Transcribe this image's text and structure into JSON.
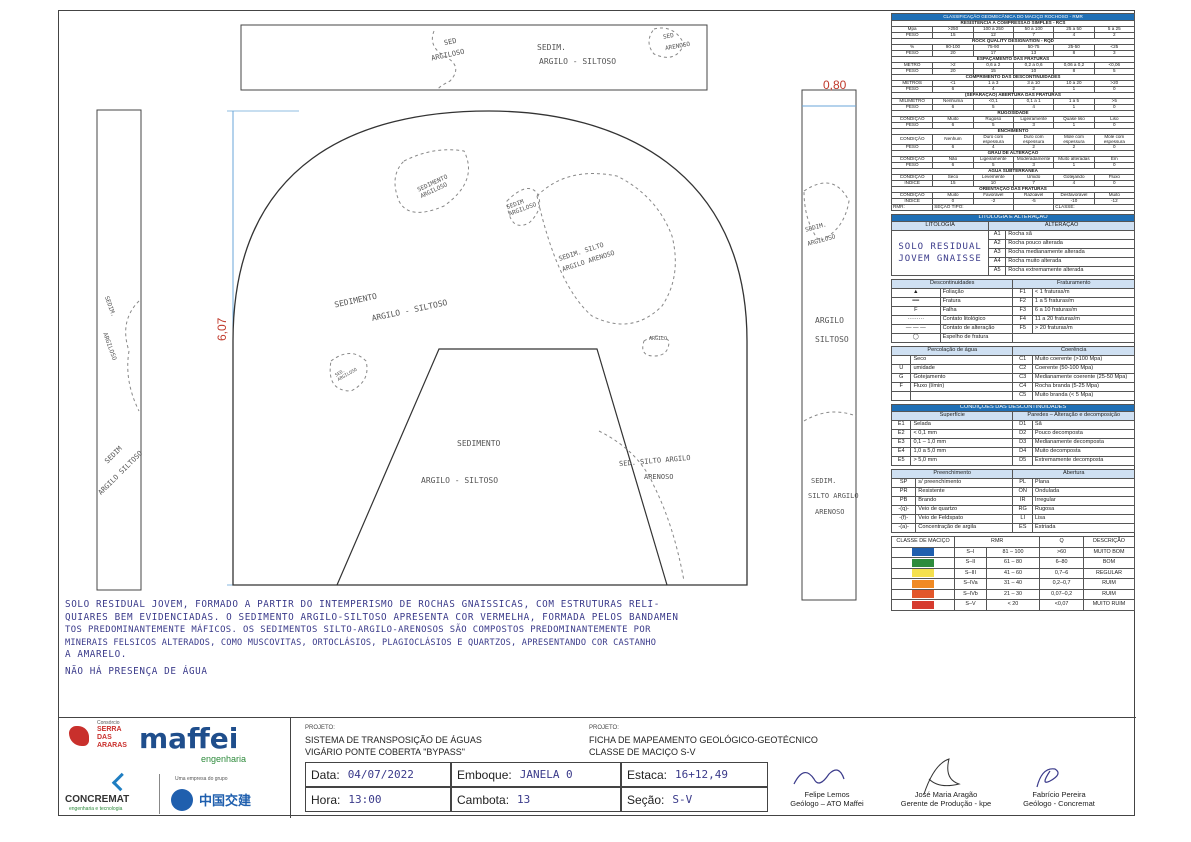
{
  "drawing": {
    "dim_width": "0,80",
    "dim_height": "6,07",
    "top_strip": [
      "SED",
      "ARGILOSO",
      "SEDIM.",
      "ARGILO - SILTOSO",
      "SED",
      "ARENOSO"
    ],
    "left_strip": [
      "SEDIM.",
      "ARGILOSO",
      "SEDIM",
      "ARGILO SILTOSO"
    ],
    "right_strip": [
      "SEDIM.",
      "ARGILOSO",
      "ARGILO",
      "SILTOSO",
      "SEDIM.",
      "SILTO ARGILO",
      "ARENOSO"
    ],
    "face": {
      "a": "SEDIMENTO ARGILOSO",
      "b": "SEDIM ARGILOSO",
      "c1": "SEDIMENTO",
      "c2": "ARGILO - SILTOSO",
      "d": "SEDIM. SILTO ARGILO ARENOSO",
      "e": "ARGILO",
      "f": "SED. ARGILOSO",
      "g1": "SEDIMENTO",
      "g2": "ARGILO - SILTOSO",
      "h1": "SED. SILTO ARGILO",
      "h2": "ARENOSO"
    }
  },
  "notes": [
    "SOLO RESIDUAL JOVEM, FORMADO A PARTIR DO INTEMPERISMO DE ROCHAS GNAISSICAS, COM ESTRUTURAS RELI-",
    "QUIARES BEM EVIDENCIADAS. O SEDIMENTO ARGILO-SILTOSO APRESENTA COR VERMELHA, FORMADA PELOS BANDAMEN",
    "TOS PREDOMINANTEMENTE MÁFICOS. OS SEDIMENTOS SILTO-ARGILO-ARENOSOS SÃO COMPOSTOS PREDOMINANTEMENTE POR",
    "MINERAIS FELSICOS ALTERADOS, COMO MUSCOVITAS, ORTOCLÁSIOS, PLAGIOCLÁSIOS E QUARTZOS, APRESENTANDO COR CASTANHO",
    "A AMARELO.",
    "NÃO HÁ PRESENÇA DE ÁGUA"
  ],
  "panel": {
    "title": "CLASSIFICAÇÃO GEOMECÂNICA DO MACIÇO ROCHOSO - RMR",
    "res_title": "RESISTÊNCIA À COMPRESSÃO SIMPLES - RCS",
    "res_h": [
      "Mpa",
      ">250",
      "100 a 250",
      "50 a 100",
      "25 a 50",
      "5 a 25"
    ],
    "res_p": [
      "PESO",
      "15",
      "12",
      "7",
      "4",
      "2"
    ],
    "rqd_title": "ROCK QUALITY DESIGNATION - RQD",
    "rqd_h": [
      "%",
      "90-100",
      "75-90",
      "50-75",
      "25-50",
      "<25"
    ],
    "rqd_p": [
      "PESO",
      "20",
      "17",
      "13",
      "8",
      "3"
    ],
    "esp_title": "ESPAÇAMENTO DAS FRATURAS",
    "esp_h": [
      "METRO",
      ">2",
      "0,6 a 2",
      "0,2 a 0,6",
      "0,06 a 0,2",
      "<0,06"
    ],
    "esp_p": [
      "PESO",
      "20",
      "15",
      "10",
      "8",
      "5"
    ],
    "comp_title": "COMPRIMENTO DAS DESCONTINUIDADES",
    "comp_h": [
      "METROS",
      "<1",
      "1 a 3",
      "3 a 10",
      "10 a 20",
      ">20"
    ],
    "comp_p": [
      "PESO",
      "6",
      "4",
      "2",
      "1",
      "0"
    ],
    "sep_title": "(SEPARAÇÃO) ABERTURA DAS FRATURAS",
    "sep_h": [
      "MILÍMETRO",
      "Nenhuma",
      "<0,1",
      "0,1 a 1",
      "1 a 5",
      ">5"
    ],
    "sep_p": [
      "PESO",
      "6",
      "5",
      "4",
      "1",
      "0"
    ],
    "rug_title": "RUGOSIDADE",
    "rug_h": [
      "CONDIÇÃO",
      "Muito",
      "Rugoso",
      "Ligeiramente",
      "Quase liso",
      "Liso"
    ],
    "rug_p": [
      "PESO",
      "6",
      "5",
      "3",
      "1",
      "0"
    ],
    "ench_title": "ENCHIMENTO",
    "ench_h": [
      "CONDIÇÃO",
      "Nenhum",
      "Duro com espessura",
      "Duro com espessura",
      "Mole com espessura",
      "Mole com espessura"
    ],
    "ench_p": [
      "PESO",
      "6",
      "4",
      "2",
      "2",
      "0"
    ],
    "alt_title": "GRAU DE ALTERAÇÃO",
    "alt_h": [
      "CONDIÇÃO",
      "Não",
      "Ligeiramente",
      "Moderadamente",
      "Muito alteradas",
      "Em"
    ],
    "alt_p": [
      "PESO",
      "6",
      "5",
      "3",
      "1",
      "0"
    ],
    "agua_title": "ÁGUA SUBTERRÂNEA",
    "agua_h": [
      "CONDIÇÃO",
      "Seco",
      "Levemente",
      "Úmido",
      "Gotejando",
      "Fluxo"
    ],
    "agua_p": [
      "ÍNDICE",
      "15",
      "10",
      "7",
      "4",
      "0"
    ],
    "ori_title": "ORIENTAÇÃO DAS FRATURAS",
    "ori_h": [
      "CONDIÇÃO",
      "Muito",
      "Favorável",
      "Razoável",
      "Desfavorável",
      "Muito"
    ],
    "ori_p": [
      "ÍNDICE",
      "0",
      "-2",
      "-5",
      "-10",
      "-12"
    ],
    "rmr_row": [
      "RMR:",
      "SEÇÃO TIPO:",
      "CLASSE:"
    ],
    "lit_title": "LITOLOGIA E ALTERAÇÃO",
    "lit_h1": "LITOLOGIA",
    "lit_h2": "ALTERAÇÃO",
    "lit_value": "SOLO RESIDUAL JOVEM GNAISSE",
    "alteracao": [
      [
        "A1",
        "Rocha sã"
      ],
      [
        "A2",
        "Rocha pouco alterada"
      ],
      [
        "A3",
        "Rocha medianamente alterada"
      ],
      [
        "A4",
        "Rocha muito alterada"
      ],
      [
        "A5",
        "Rocha extremamente alterada"
      ]
    ],
    "desc_h": "Descontinuidades",
    "frat_h": "Fraturamento",
    "desc": [
      "Foliação",
      "Fratura",
      "Falha",
      "Contato litológico",
      "Contato de alteração",
      "Espelho de fratura"
    ],
    "frat": [
      [
        "F1",
        "< 1 fraturas/m"
      ],
      [
        "F2",
        "1 a 5 fraturas/m"
      ],
      [
        "F3",
        "6 a 10 fraturas/m"
      ],
      [
        "F4",
        "11 a 20 fraturas/m"
      ],
      [
        "F5",
        "> 20 fraturas/m"
      ]
    ],
    "perc_h": "Percolação de água",
    "coer_h": "Coerência",
    "perc": [
      [
        "",
        "Seco"
      ],
      [
        "U",
        "umidade"
      ],
      [
        "G",
        "Gotejamento"
      ],
      [
        "F",
        "Fluxo (l/min)"
      ],
      [
        "",
        ""
      ]
    ],
    "coer": [
      [
        "C1",
        "Muito coerente (>100 Mpa)"
      ],
      [
        "C2",
        "Coerente (50-100 Mpa)"
      ],
      [
        "C3",
        "Medianamente coerente (25-50 Mpa)"
      ],
      [
        "C4",
        "Rocha branda (5-25 Mpa)"
      ],
      [
        "C5",
        "Muito branda (< 5 Mpa)"
      ]
    ],
    "cond_title": "CONDIÇÕES DAS DESCONTINUIDADES",
    "sup_h": "Superfície",
    "par_h": "Paredes – Alteração e decomposição",
    "sup": [
      [
        "E1",
        "Selada"
      ],
      [
        "E2",
        "< 0,1 mm"
      ],
      [
        "E3",
        "0,1 – 1,0 mm"
      ],
      [
        "E4",
        "1,0 a 5,0 mm"
      ],
      [
        "E5",
        "> 5,0 mm"
      ]
    ],
    "par": [
      [
        "D1",
        "Sã"
      ],
      [
        "D2",
        "Pouco decomposta"
      ],
      [
        "D3",
        "Medianamente decomposta"
      ],
      [
        "D4",
        "Muito decomposta"
      ],
      [
        "D5",
        "Extremamente decomposta"
      ]
    ],
    "pre_h": "Preenchimento",
    "abe_h": "Abertura",
    "pre": [
      [
        "SP",
        "s/ preenchimento"
      ],
      [
        "PR",
        "Resistente"
      ],
      [
        "PB",
        "Brando"
      ],
      [
        "-(q)-",
        "Veio de quartzo"
      ],
      [
        "-(f)-",
        "Veio de Feldspato"
      ],
      [
        "-(a)-",
        "Concentração de argila"
      ]
    ],
    "abe": [
      [
        "PL",
        "Plana"
      ],
      [
        "ON",
        "Ondulada"
      ],
      [
        "IR",
        "Irregular"
      ],
      [
        "RG",
        "Rugosa"
      ],
      [
        "LI",
        "Lisa"
      ],
      [
        "ES",
        "Estriada"
      ]
    ],
    "class_h": [
      "CLASSE DE MACIÇO",
      "RMR",
      "Q",
      "DESCRIÇÃO"
    ],
    "classes": [
      {
        "color": "#1f5fae",
        "name": "S–I",
        "rmr": "81 – 100",
        "q": ">60",
        "desc": "MUITO BOM"
      },
      {
        "color": "#2e8b3c",
        "name": "S–II",
        "rmr": "61 – 80",
        "q": "6–80",
        "desc": "BOM"
      },
      {
        "color": "#f4e04d",
        "name": "S–III",
        "rmr": "41 – 60",
        "q": "0,7–6",
        "desc": "REGULAR"
      },
      {
        "color": "#f08a24",
        "name": "S–IVa",
        "rmr": "31 – 40",
        "q": "0,2–0,7",
        "desc": "RUIM"
      },
      {
        "color": "#e2572b",
        "name": "S–IVb",
        "rmr": "21 – 30",
        "q": "0,07–0,2",
        "desc": "RUIM"
      },
      {
        "color": "#d63b2f",
        "name": "S–V",
        "rmr": "< 20",
        "q": "<0,07",
        "desc": "MUITO RUIM"
      }
    ]
  },
  "footer": {
    "consorcio_small": "Consórcio",
    "consorcio": "SERRA DAS ARARAS",
    "maffei": "maffei",
    "maffei_sub": "engenharia",
    "concremat": "CONCREMAT",
    "concremat_sub": "engenharia e tecnologia",
    "cccc_small": "Uma empresa do grupo",
    "cccc": "中国交建",
    "proj_label": "PROJETO:",
    "proj1_l1": "SISTEMA DE TRANSPOSIÇÃO DE ÁGUAS",
    "proj1_l2": "VIGÁRIO PONTE COBERTA \"BYPASS\"",
    "proj2_l1": "FICHA DE MAPEAMENTO GEOLÓGICO-GEOTÉCNICO",
    "proj2_l2": "CLASSE DE MACIÇO S-V",
    "data_label": "Data:",
    "data_value": "04/07/2022",
    "emboque_label": "Emboque:",
    "emboque_value": "JANELA 0",
    "estaca_label": "Estaca:",
    "estaca_value": "16+12,49",
    "hora_label": "Hora:",
    "hora_value": "13:00",
    "cambota_label": "Cambota:",
    "cambota_value": "13",
    "secao_label": "Seção:",
    "secao_value": "S-V",
    "sig1_name": "Felipe Lemos",
    "sig1_role": "Geólogo – ATO Maffei",
    "sig2_name": "José Maria Aragão",
    "sig2_role": "Gerente de Produção - kpe",
    "sig3_name": "Fabrício Pereira",
    "sig3_role": "Geólogo - Concremat"
  }
}
